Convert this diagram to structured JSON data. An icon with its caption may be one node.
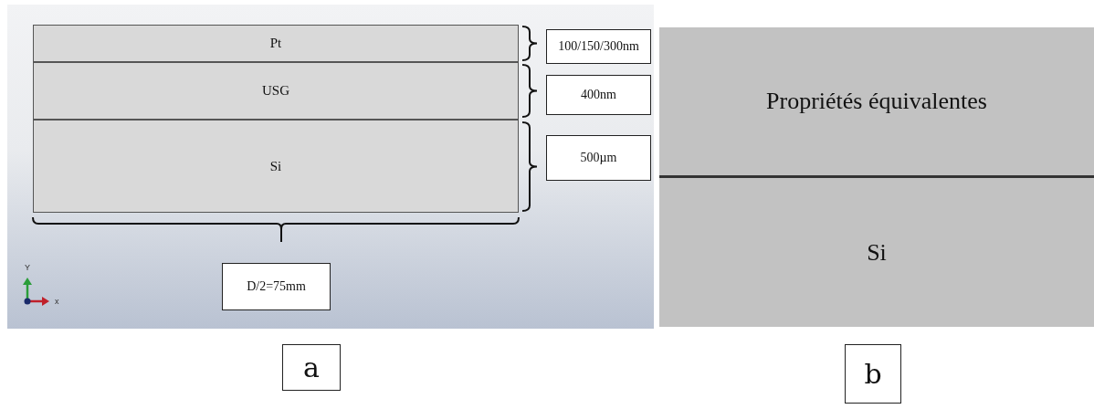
{
  "diagram": {
    "nodes": [
      {
        "text": [],
        "shape": "box"
      },
      {
        "text": [
          "Pt"
        ],
        "in": 0
      },
      {
        "text": [
          "USG"
        ],
        "in": 0
      },
      {
        "text": [
          "Si"
        ],
        "in": 0
      },
      {
        "text": [
          "100/150/300nm"
        ],
        "in": 0
      },
      {
        "text": [
          "400nm"
        ],
        "in": 0
      },
      {
        "text": [
          "500µm"
        ],
        "in": 0
      },
      {
        "text": [
          "D/2=75mm"
        ],
        "in": 0
      },
      {
        "text": [
          "a"
        ]
      },
      {
        "text": [],
        "shape": "box"
      },
      {
        "text": [
          "Propriétés équivalentes"
        ],
        "in": 9
      },
      {
        "text": [
          "Si"
        ],
        "in": 9
      },
      {
        "text": [
          "b"
        ]
      }
    ],
    "edges": [],
    "labels": [
      "Y",
      "x"
    ]
  }
}
